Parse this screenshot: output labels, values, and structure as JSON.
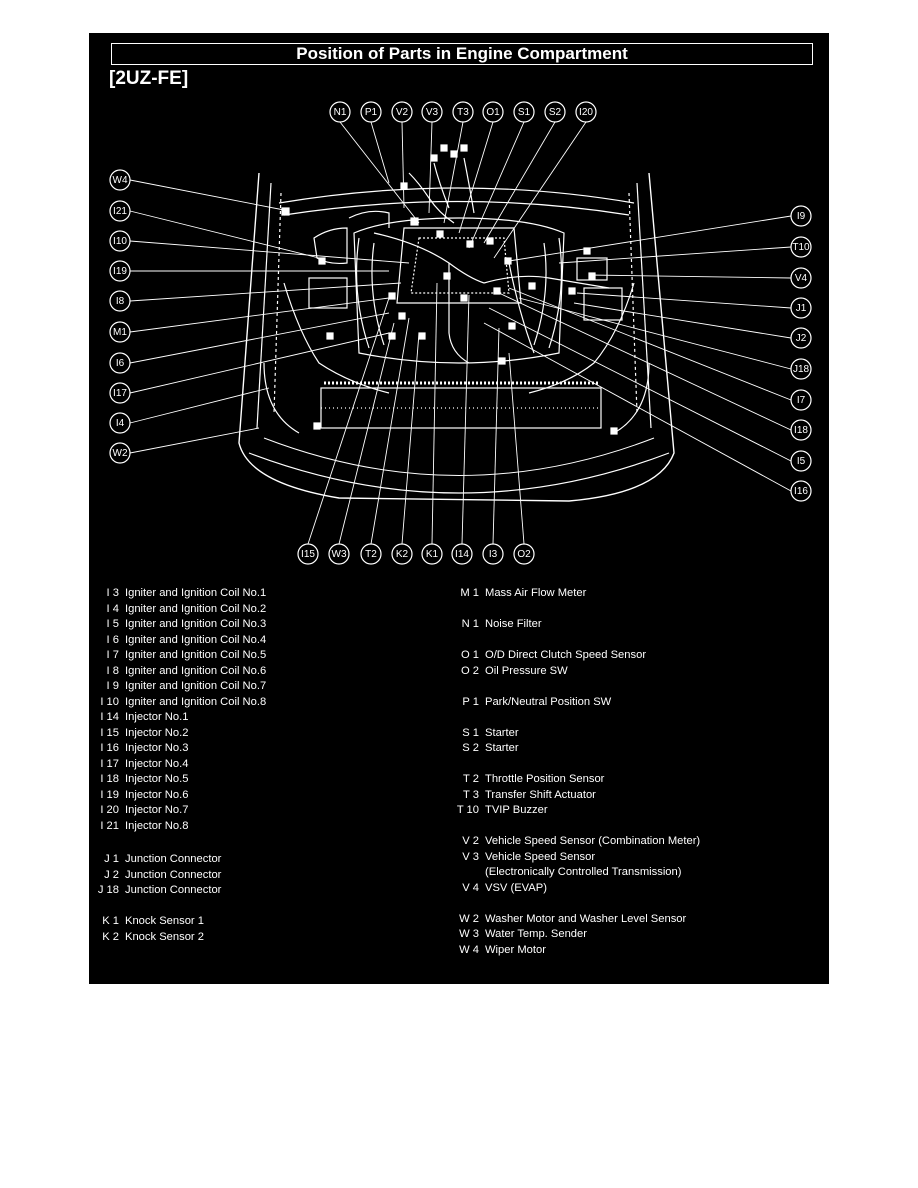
{
  "title": "Position of Parts in Engine Compartment",
  "engine_code": "[2UZ-FE]",
  "callouts": {
    "top": [
      "N1",
      "P1",
      "V2",
      "V3",
      "T3",
      "O1",
      "S1",
      "S2",
      "I20"
    ],
    "left": [
      "W4",
      "I21",
      "I10",
      "I19",
      "I8",
      "M1",
      "I6",
      "I17",
      "I4",
      "W2"
    ],
    "right": [
      "I9",
      "T10",
      "V4",
      "J1",
      "J2",
      "J18",
      "I7",
      "I18",
      "I5",
      "I16"
    ],
    "bottom": [
      "I15",
      "W3",
      "T2",
      "K2",
      "K1",
      "I14",
      "I3",
      "O2"
    ]
  },
  "legend": {
    "left": [
      {
        "code": "I 3",
        "desc": "Igniter and Ignition Coil No.1"
      },
      {
        "code": "I 4",
        "desc": "Igniter and Ignition Coil No.2"
      },
      {
        "code": "I 5",
        "desc": "Igniter and Ignition Coil No.3"
      },
      {
        "code": "I 6",
        "desc": "Igniter and Ignition Coil No.4"
      },
      {
        "code": "I 7",
        "desc": "Igniter and Ignition Coil No.5"
      },
      {
        "code": "I 8",
        "desc": "Igniter and Ignition Coil No.6"
      },
      {
        "code": "I 9",
        "desc": "Igniter and Ignition Coil No.7"
      },
      {
        "code": "I 10",
        "desc": "Igniter and Ignition Coil No.8"
      },
      {
        "code": "I 14",
        "desc": "Injector No.1"
      },
      {
        "code": "I 15",
        "desc": "Injector No.2"
      },
      {
        "code": "I 16",
        "desc": "Injector No.3"
      },
      {
        "code": "I 17",
        "desc": "Injector No.4"
      },
      {
        "code": "I 18",
        "desc": "Injector No.5"
      },
      {
        "code": "I 19",
        "desc": "Injector No.6"
      },
      {
        "code": "I 20",
        "desc": "Injector No.7"
      },
      {
        "code": "I 21",
        "desc": "Injector No.8"
      },
      {
        "code": "J 1",
        "desc": "Junction Connector"
      },
      {
        "code": "J 2",
        "desc": "Junction Connector"
      },
      {
        "code": "J 18",
        "desc": "Junction Connector"
      },
      {
        "code": "K 1",
        "desc": "Knock Sensor 1"
      },
      {
        "code": "K 2",
        "desc": "Knock Sensor 2"
      }
    ],
    "right": [
      {
        "code": "M 1",
        "desc": "Mass Air Flow Meter"
      },
      {
        "code": "N 1",
        "desc": "Noise Filter"
      },
      {
        "code": "O 1",
        "desc": "O/D Direct Clutch Speed Sensor"
      },
      {
        "code": "O 2",
        "desc": "Oil Pressure SW"
      },
      {
        "code": "P 1",
        "desc": "Park/Neutral Position SW"
      },
      {
        "code": "S 1",
        "desc": "Starter"
      },
      {
        "code": "S 2",
        "desc": "Starter"
      },
      {
        "code": "T 2",
        "desc": "Throttle Position Sensor"
      },
      {
        "code": "T 3",
        "desc": "Transfer Shift Actuator"
      },
      {
        "code": "T 10",
        "desc": "TVIP Buzzer"
      },
      {
        "code": "V 2",
        "desc": "Vehicle Speed Sensor (Combination Meter)"
      },
      {
        "code": "V 3",
        "desc": "Vehicle Speed Sensor"
      },
      {
        "code": "",
        "desc": "(Electronically Controlled Transmission)"
      },
      {
        "code": "V 4",
        "desc": "VSV (EVAP)"
      },
      {
        "code": "W 2",
        "desc": "Washer Motor and Washer Level Sensor"
      },
      {
        "code": "W 3",
        "desc": "Water Temp. Sender"
      },
      {
        "code": "W 4",
        "desc": "Wiper Motor"
      }
    ]
  }
}
